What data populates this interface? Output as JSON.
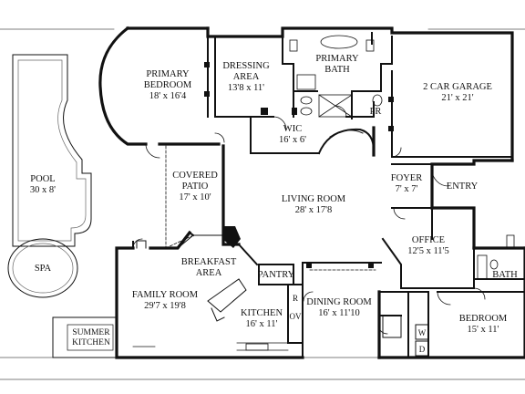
{
  "rooms": {
    "primary_bedroom": {
      "name": "PRIMARY BEDROOM",
      "name_l1": "PRIMARY",
      "name_l2": "BEDROOM",
      "size": "18' x 16'4"
    },
    "dressing_area": {
      "name_l1": "DRESSING",
      "name_l2": "AREA",
      "size": "13'8 x 11'"
    },
    "primary_bath": {
      "name_l1": "PRIMARY",
      "name_l2": "BATH"
    },
    "garage": {
      "name": "2 CAR GARAGE",
      "size": "21' x 21'"
    },
    "pr": {
      "name": "PR"
    },
    "wic": {
      "name": "WIC",
      "size": "16' x 6'"
    },
    "pool": {
      "name": "POOL",
      "size": "30 x 8'"
    },
    "spa": {
      "name": "SPA"
    },
    "covered_patio": {
      "name_l1": "COVERED",
      "name_l2": "PATIO",
      "size": "17' x 10'"
    },
    "living_room": {
      "name": "LIVING ROOM",
      "size": "28' x 17'8"
    },
    "foyer": {
      "name": "FOYER",
      "size": "7' x 7'"
    },
    "entry": {
      "name": "ENTRY"
    },
    "breakfast_area": {
      "name_l1": "BREAKFAST",
      "name_l2": "AREA"
    },
    "office": {
      "name": "OFFICE",
      "size": "12'5 x 11'5"
    },
    "bath": {
      "name": "BATH"
    },
    "family_room": {
      "name": "FAMILY ROOM",
      "size": "29'7 x 19'8"
    },
    "pantry": {
      "name": "PANTRY"
    },
    "kitchen": {
      "name": "KITCHEN",
      "size": "16' x 11'"
    },
    "dining_room": {
      "name": "DINING ROOM",
      "size": "16' x 11'10"
    },
    "bedroom": {
      "name": "BEDROOM",
      "size": "15' x 11'"
    },
    "summer_kitchen": {
      "name_l1": "SUMMER",
      "name_l2": "KITCHEN"
    }
  },
  "fixtures": {
    "refrigerator": "R",
    "oven": "OV",
    "washer": "W",
    "dryer": "D"
  }
}
